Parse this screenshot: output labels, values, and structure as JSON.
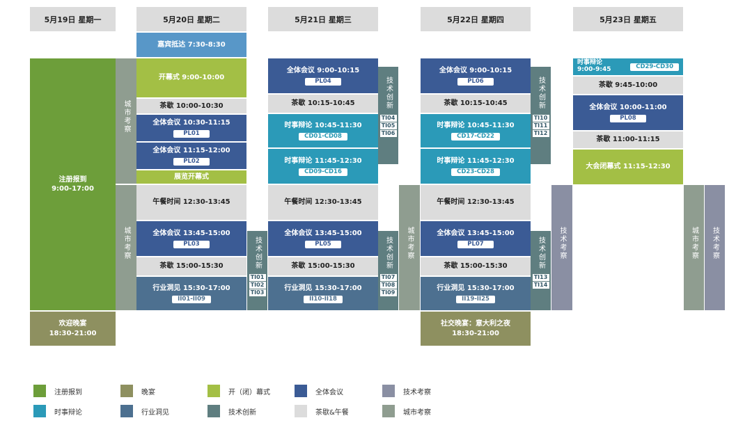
{
  "colors": {
    "registration": "#6d9e3a",
    "dinner": "#8e9060",
    "ceremony": "#a3bf45",
    "plenary": "#3b5b95",
    "tech_visit": "#8a8fa3",
    "current_debate": "#2b9ab8",
    "industry": "#4d7090",
    "tech_innovation": "#5f7e80",
    "break": "#dcdcdc",
    "city_visit": "#8f9d90",
    "arrival": "#5897c8"
  },
  "days": [
    {
      "label": "5月19日 星期一"
    },
    {
      "label": "5月20日 星期二"
    },
    {
      "label": "5月21日 星期三"
    },
    {
      "label": "5月22日 星期四"
    },
    {
      "label": "5月23日 星期五"
    }
  ],
  "sessions": {
    "registration": {
      "title": "注册报到",
      "time": "9:00-17:00"
    },
    "welcome_dinner": {
      "title": "欢迎晚宴",
      "time": "18:30-21:00"
    },
    "guest_arrival": {
      "title": "嘉宾抵达 7:30-8:30"
    },
    "opening": {
      "title": "开幕式 9:00-10:00"
    },
    "tea_1020_am": {
      "title": "茶歇 10:00-10:30"
    },
    "pl01": {
      "title": "全体会议 10:30-11:15",
      "code": "PL01"
    },
    "pl02": {
      "title": "全体会议 11:15-12:00",
      "code": "PL02"
    },
    "expo_opening": {
      "title": "展览开幕式"
    },
    "lunch_20": {
      "title": "午餐时间 12:30-13:45"
    },
    "pl03": {
      "title": "全体会议 13:45-15:00",
      "code": "PL03"
    },
    "tea_20_pm": {
      "title": "茶歇 15:00-15:30"
    },
    "ii01": {
      "title": "行业洞见 15:30-17:00",
      "code": "II01-II09"
    },
    "pl04": {
      "title": "全体会议 9:00-10:15",
      "code": "PL04"
    },
    "tea_21_am": {
      "title": "茶歇 10:15-10:45"
    },
    "cd01": {
      "title": "时事辩论 10:45-11:30",
      "code": "CD01-CD08"
    },
    "cd09": {
      "title": "时事辩论 11:45-12:30",
      "code": "CD09-CD16"
    },
    "lunch_21": {
      "title": "午餐时间 12:30-13:45"
    },
    "pl05": {
      "title": "全体会议 13:45-15:00",
      "code": "PL05"
    },
    "tea_21_pm": {
      "title": "茶歇 15:00-15:30"
    },
    "ii10": {
      "title": "行业洞见 15:30-17:00",
      "code": "II10-II18"
    },
    "pl06": {
      "title": "全体会议 9:00-10:15",
      "code": "PL06"
    },
    "tea_22_am": {
      "title": "茶歇 10:15-10:45"
    },
    "cd17": {
      "title": "时事辩论 10:45-11:30",
      "code": "CD17-CD22"
    },
    "cd23": {
      "title": "时事辩论 11:45-12:30",
      "code": "CD23-CD28"
    },
    "lunch_22": {
      "title": "午餐时间 12:30-13:45"
    },
    "pl07": {
      "title": "全体会议 13:45-15:00",
      "code": "PL07"
    },
    "tea_22_pm": {
      "title": "茶歇 15:00-15:30"
    },
    "ii19": {
      "title": "行业洞见 15:30-17:00",
      "code": "II19-II25"
    },
    "social_dinner": {
      "title": "社交晚宴：意大利之夜",
      "time": "18:30-21:00"
    },
    "cd29": {
      "title": "时事辩论",
      "time": "9:00-9:45",
      "code": "CD29-CD30"
    },
    "tea_23_1": {
      "title": "茶歇 9:45-10:00"
    },
    "pl08": {
      "title": "全体会议 10:00-11:00",
      "code": "PL08"
    },
    "tea_23_2": {
      "title": "茶歇 11:00-11:15"
    },
    "closing": {
      "title": "大会闭幕式 11:15-12:30"
    }
  },
  "vertical_labels": {
    "city_visit": "城市考察",
    "tech_innovation": "技术创新",
    "tech_visit": "技术考察"
  },
  "tech_codes": {
    "tue_pm": [
      "TI01",
      "TI02",
      "TI03"
    ],
    "wed_am": [
      "TI04",
      "TI05",
      "TI06"
    ],
    "wed_pm": [
      "TI07",
      "TI08",
      "TI09"
    ],
    "thu_am": [
      "TI10",
      "TI11",
      "TI12"
    ],
    "thu_pm": [
      "TI13",
      "TI14"
    ]
  },
  "legend": [
    {
      "label": "注册报到",
      "color": "#6d9e3a"
    },
    {
      "label": "晚宴",
      "color": "#8e9060"
    },
    {
      "label": "开（闭）幕式",
      "color": "#a3bf45"
    },
    {
      "label": "全体会议",
      "color": "#3b5b95"
    },
    {
      "label": "技术考察",
      "color": "#8a8fa3"
    },
    {
      "label": "时事辩论",
      "color": "#2b9ab8"
    },
    {
      "label": "行业洞见",
      "color": "#4d7090"
    },
    {
      "label": "技术创新",
      "color": "#5f7e80"
    },
    {
      "label": "茶歇&午餐",
      "color": "#dcdcdc"
    },
    {
      "label": "城市考察",
      "color": "#8f9d90"
    }
  ]
}
